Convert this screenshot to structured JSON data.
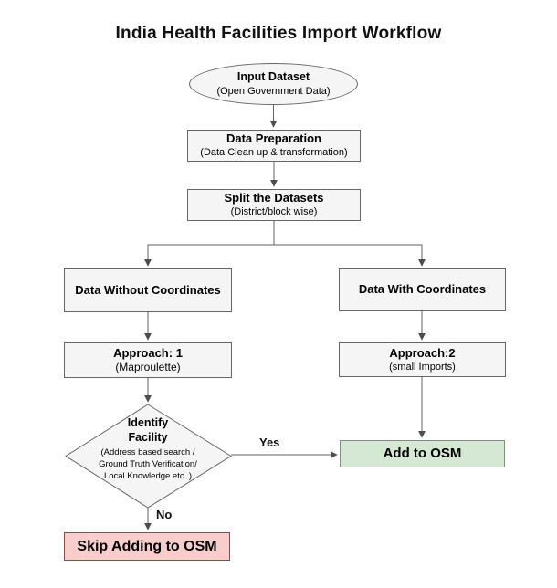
{
  "title": "India Health Facilities Import Workflow",
  "nodes": {
    "input_dataset": {
      "label": "Input Dataset",
      "sublabel": "(Open Government Data)"
    },
    "data_preparation": {
      "label": "Data Preparation",
      "sublabel": "(Data Clean up & transformation)"
    },
    "split_datasets": {
      "label": "Split the Datasets",
      "sublabel": "(District/block wise)"
    },
    "data_without_coordinates": {
      "label": "Data Without Coordinates"
    },
    "data_with_coordinates": {
      "label": "Data With Coordinates"
    },
    "approach_1": {
      "label": "Approach: 1",
      "sublabel": "(Maproulette)"
    },
    "approach_2": {
      "label": "Approach:2",
      "sublabel": "(small Imports)"
    },
    "identify_facility": {
      "label": "Identify\nFacility",
      "sublabel": "(Address based search /\nGround Truth Verification/\nLocal Knowledge etc..)"
    },
    "add_to_osm": {
      "label": "Add to OSM"
    },
    "skip_adding_to_osm": {
      "label": "Skip Adding to OSM"
    }
  },
  "edges": {
    "yes_label": "Yes",
    "no_label": "No"
  },
  "colors": {
    "background": "#ffffff",
    "node_fill": "#f5f5f5",
    "node_border": "#666666",
    "add_to_osm_fill": "#d5e8d4",
    "add_to_osm_border": "#7e937e",
    "skip_fill": "#f8cecc",
    "skip_border": "#8f4947",
    "connector": "#616161",
    "arrowhead": "#4d4d4d",
    "text": "#000000"
  }
}
